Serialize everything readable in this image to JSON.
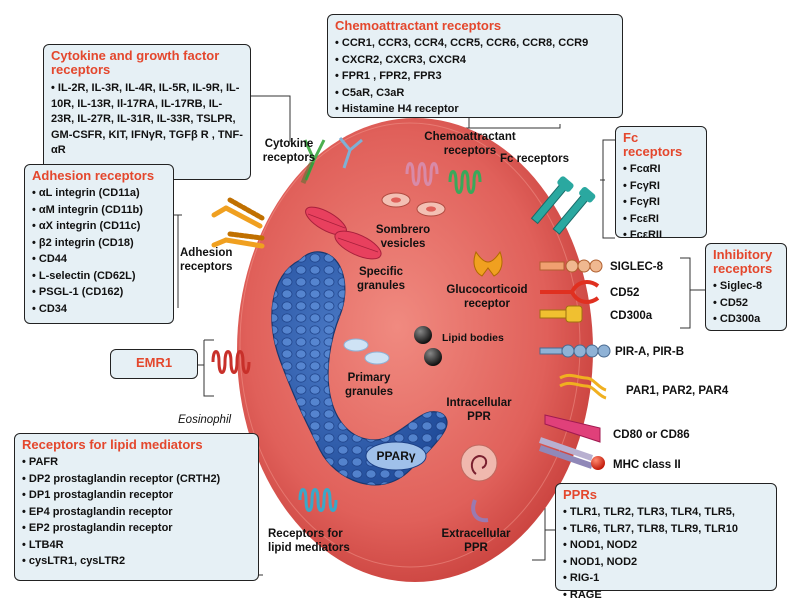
{
  "boxes": {
    "cytokine": {
      "title": "Cytokine and growth factor receptors",
      "items": [
        "IL-2R, IL-3R, IL-4R, IL-5R, IL-9R, IL-10R, IL-13R, Il-17RA, IL-17RB, IL-23R, IL-27R, IL-31R, IL-33R, TSLPR, GM-CSFR, KIT, IFNγR, TGFβ R , TNF-αR"
      ]
    },
    "chemo": {
      "title": "Chemoattractant receptors",
      "items": [
        "CCR1, CCR3, CCR4, CCR5, CCR6, CCR8, CCR9",
        "CXCR2, CXCR3, CXCR4",
        "FPR1 , FPR2, FPR3",
        "C5aR, C3aR",
        "Histamine H4 receptor"
      ]
    },
    "fc": {
      "title": "Fc receptors",
      "items": [
        "FcαRI",
        "FcγRI",
        "FcγRI",
        "FcεRI",
        "FcεRII"
      ]
    },
    "adhesion": {
      "title": "Adhesion receptors",
      "items": [
        "αL integrin (CD11a)",
        "αM integrin (CD11b)",
        "αX integrin (CD11c)",
        "β2 integrin (CD18)",
        "CD44",
        "L-selectin (CD62L)",
        "PSGL-1 (CD162)",
        "CD34"
      ]
    },
    "inhibitory": {
      "title": "Inhibitory receptors",
      "items": [
        "Siglec-8",
        "CD52",
        "CD300a"
      ]
    },
    "emr1": {
      "title": "EMR1"
    },
    "lipid": {
      "title": "Receptors for lipid mediators",
      "items": [
        "PAFR",
        "DP2 prostaglandin receptor (CRTH2)",
        "DP1 prostaglandin receptor",
        "EP4 prostaglandin receptor",
        "EP2 prostaglandin receptor",
        "LTB4R",
        "cysLTR1, cysLTR2"
      ]
    },
    "pprs": {
      "title": "PPRs",
      "items": [
        "TLR1, TLR2, TLR3, TLR4, TLR5,",
        "TLR6, TLR7, TLR8, TLR9, TLR10",
        "NOD1, NOD2",
        "NOD1, NOD2",
        "RIG-1",
        "RAGE"
      ]
    }
  },
  "labels": {
    "cytokine_receptors": "Cytokine receptors",
    "chemo_receptors": "Chemoattractant receptors",
    "fc_receptors": "Fc receptors",
    "sombrero": "Sombrero vesicles",
    "specific_granules": "Specific granules",
    "glucocorticoid": "Glucocorticoid receptor",
    "adhesion_receptors": "Adhesion receptors",
    "siglec8": "SIGLEC-8",
    "cd52": "CD52",
    "cd300a": "CD300a",
    "lipid_bodies": "Lipid bodies",
    "pir": "PIR-A, PIR-B",
    "par": "PAR1, PAR2, PAR4",
    "primary_granules": "Primary granules",
    "intracellular_ppr": "Intracellular PPR",
    "eosinophil": "Eosinophil",
    "cd80": "CD80 or CD86",
    "mhc": "MHC class II",
    "ppar": "PPARγ",
    "lipid_mediators": "Receptors for lipid mediators",
    "extracellular_ppr": "Extracellular PPR"
  },
  "colors": {
    "cell": "#e0605a",
    "cell_dark": "#c8403c",
    "nucleus": "#2a58a8",
    "title_red": "#e4472d",
    "box_fill": "#e6f0f5"
  }
}
